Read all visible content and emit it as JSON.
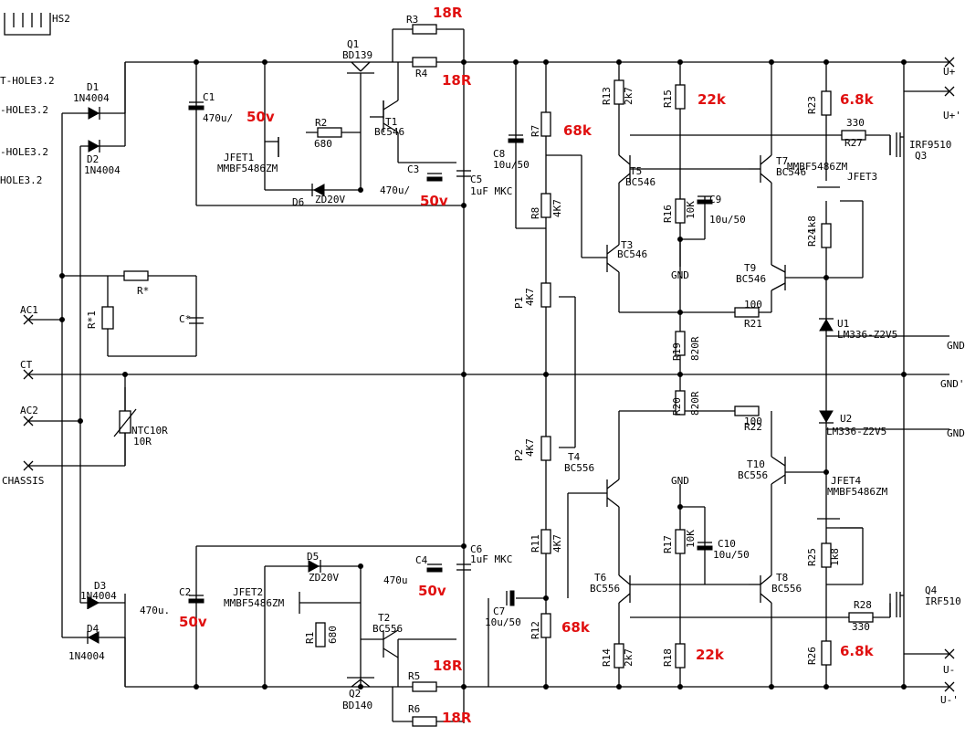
{
  "colors": {
    "wire": "#000000",
    "annotation": "#e01010",
    "background": "#ffffff"
  },
  "left_labels": {
    "hs2": "HS2",
    "hole1": "T-HOLE3.2",
    "hole2": "-HOLE3.2",
    "hole3": "-HOLE3.2",
    "hole4": "HOLE3.2",
    "ac1": "AC1",
    "ct": "CT",
    "ac2": "AC2",
    "chassis": "CHASSIS"
  },
  "right_labels": {
    "u_plus": "U+",
    "u_plus2": "U+'",
    "gnd1": "GND",
    "gnd2": "GND'",
    "gnd3": "GND",
    "u_minus": "U-",
    "u_minus2": "U-'"
  },
  "components": {
    "d1": "D1",
    "d1v": "1N4004",
    "d2": "D2",
    "d2v": "1N4004",
    "d3": "D3",
    "d3v": "1N4004",
    "d4": "D4",
    "d4v": "1N4004",
    "c1": "C1",
    "c1v": "470u/",
    "c2": "C2",
    "c2v": "470u.",
    "rx": "R*",
    "rx1": "R*1",
    "cx": "C*",
    "ntc": "NTC10R",
    "ntcv": "10R",
    "q1": "Q1",
    "q1v": "BD139",
    "q2": "Q2",
    "q2v": "BD140",
    "r1": "R1",
    "r1v": "680",
    "r2": "R2",
    "r2v": "680",
    "r3": "R3",
    "r4": "R4",
    "r5": "R5",
    "r6": "R6",
    "t1": "T1",
    "t1v": "BC546",
    "t2": "T2",
    "t2v": "BC556",
    "jfet1": "JFET1",
    "jfet1v": "MMBF5486ZM",
    "jfet2": "JFET2",
    "jfet2v": "MMBF5486ZM",
    "d5": "D5",
    "d5v": "ZD20V",
    "d6": "D6",
    "d6v": "ZD20V",
    "c3": "C3",
    "c3v": "470u/",
    "c4": "C4",
    "c4v": "470u",
    "c5": "C5",
    "c5v": "1uF MKC",
    "c6": "C6",
    "c6v": "1uF MKC",
    "c7": "C7",
    "c7v": "10u/50",
    "c8": "C8",
    "c8v": "10u/50",
    "r7": "R7",
    "r8": "R8",
    "r8v": "4K7",
    "r11": "R11",
    "r11v": "4K7",
    "r12": "R12",
    "p1": "P1",
    "p1v": "4K7",
    "p2": "P2",
    "p2v": "4K7",
    "t3": "T3",
    "t3v": "BC546",
    "t4": "T4",
    "t4v": "BC556",
    "t5": "T5",
    "t5v": "BC546",
    "t6": "T6",
    "t6v": "BC556",
    "t7": "T7",
    "t7v": "BC546",
    "t8": "T8",
    "t8v": "BC556",
    "t9": "T9",
    "t9v": "BC546",
    "t10": "T10",
    "t10v": "BC556",
    "r13": "R13",
    "r13v": "2k7",
    "r14": "R14",
    "r14v": "2k7",
    "r15": "R15",
    "r16": "R16",
    "r16v": "10K",
    "r17": "R17",
    "r17v": "10K",
    "r18": "R18",
    "c9": "C9",
    "c9v": "10u/50",
    "c10": "C10",
    "c10v": "10u/50",
    "r19": "R19",
    "r19v": "820R",
    "r20": "R20",
    "r20v": "820R",
    "r21": "R21",
    "r21v": "100",
    "r22": "R22",
    "r22v": "100",
    "r23": "R23",
    "r24": "R24",
    "r24v": "1k8",
    "r25": "R25",
    "r25v": "1k8",
    "r26": "R26",
    "r27": "R27",
    "r27v": "330",
    "r28": "R28",
    "r28v": "330",
    "jfet3": "JFET3",
    "jfet3v": "MMBF5486ZM",
    "jfet4": "JFET4",
    "jfet4v": "MMBF5486ZM",
    "u1": "U1",
    "u1v": "LM336-Z2V5",
    "u2": "U2",
    "u2v": "LM336-Z2V5",
    "q3": "Q3",
    "q3v": "IRF9510",
    "q4": "Q4",
    "q4v": "IRF510",
    "gnd_a": "GND",
    "gnd_b": "GND"
  },
  "annotations": {
    "r3": "18R",
    "r4": "18R",
    "r5": "18R",
    "r6": "18R",
    "c1": "50v",
    "c2": "50v",
    "c3": "50v",
    "c4": "50v",
    "r7": "68k",
    "r12": "68k",
    "r15": "22k",
    "r18": "22k",
    "r23": "6.8k",
    "r26": "6.8k"
  }
}
